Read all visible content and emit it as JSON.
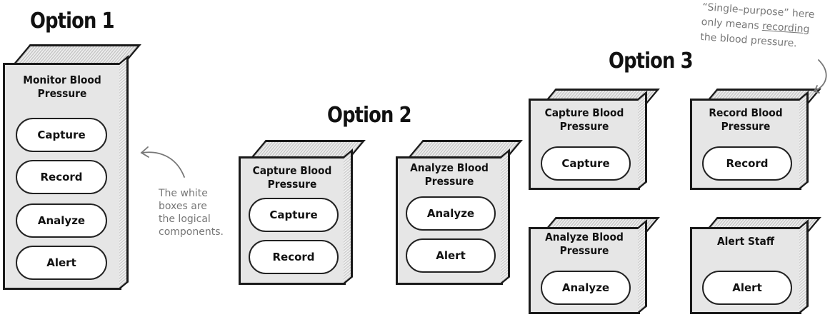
{
  "titles": {
    "option1": "Option 1",
    "option2": "Option 2",
    "option3": "Option 3"
  },
  "option1": {
    "box_label": "Monitor Blood Pressure",
    "components": [
      "Capture",
      "Record",
      "Analyze",
      "Alert"
    ]
  },
  "option2": {
    "boxes": [
      {
        "label": "Capture Blood Pressure",
        "components": [
          "Capture",
          "Record"
        ]
      },
      {
        "label": "Analyze Blood Pressure",
        "components": [
          "Analyze",
          "Alert"
        ]
      }
    ]
  },
  "option3": {
    "boxes": [
      {
        "label": "Capture Blood Pressure",
        "components": [
          "Capture"
        ]
      },
      {
        "label": "Record Blood Pressure",
        "components": [
          "Record"
        ]
      },
      {
        "label": "Analyze Blood Pressure",
        "components": [
          "Analyze"
        ]
      },
      {
        "label": "Alert Staff",
        "components": [
          "Alert"
        ]
      }
    ]
  },
  "notes": {
    "white_boxes": [
      "The white",
      "boxes are",
      "the logical",
      "components."
    ],
    "single_purpose": {
      "line1": "“Single–purpose” here",
      "line2_prefix": "only means ",
      "line2_underlined": "recording",
      "line3": "the blood pressure."
    }
  }
}
